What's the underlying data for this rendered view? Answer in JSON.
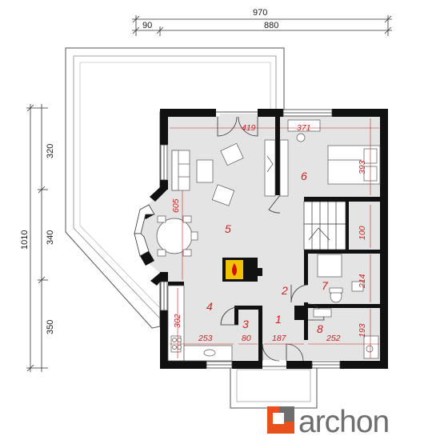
{
  "dimensions": {
    "top_total": "970",
    "top_left": "90",
    "top_right": "880",
    "left_total": "1010",
    "left_top": "320",
    "left_mid": "340",
    "left_bottom": "350"
  },
  "room_dimensions": {
    "d419": "419",
    "d371": "371",
    "d393": "393",
    "d605": "605",
    "d100": "100",
    "d214": "214",
    "d302": "302",
    "d253": "253",
    "d80": "80",
    "d187": "187",
    "d252": "252",
    "d193": "193"
  },
  "rooms": {
    "r1": "1",
    "r2": "2",
    "r3": "3",
    "r4": "4",
    "r5": "5",
    "r6": "6",
    "r7": "7",
    "r8": "8"
  },
  "brand": {
    "name": "archon",
    "accent": "#e8501e",
    "gray": "#6e6e6e"
  },
  "colors": {
    "wall": "#111111",
    "floor": "#e4e4e4",
    "terrace": "#ffffff",
    "dimension_text": "#cc2020",
    "fireplace": "#f2c200"
  }
}
